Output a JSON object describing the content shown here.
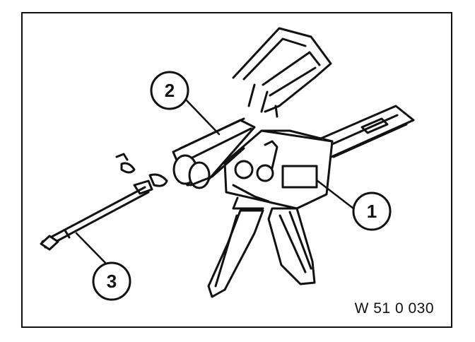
{
  "callouts": [
    {
      "id": "1",
      "label": "1"
    },
    {
      "id": "2",
      "label": "2"
    },
    {
      "id": "3",
      "label": "3"
    }
  ],
  "reference_code": "W 51 0 030"
}
